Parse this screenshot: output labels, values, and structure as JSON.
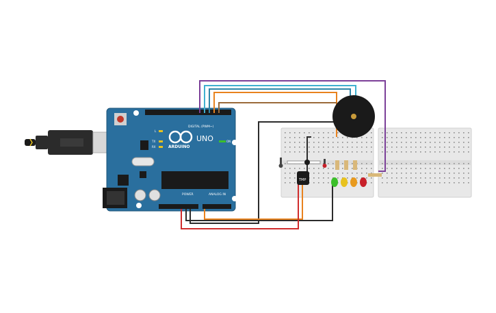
{
  "board": {
    "logo_text": "ARDUINO",
    "model": "UNO",
    "digital_label": "DIGITAL (PWM~)",
    "power_label": "POWER",
    "analog_label": "ANALOG IN",
    "on_label": "ON",
    "tx_label": "TX",
    "rx_label": "RX",
    "l_label": "L",
    "color": "#2a6f9e"
  },
  "sensor": {
    "label": "TMP"
  },
  "wire_colors": {
    "purple": "#7b3f98",
    "cyan": "#3fb0d0",
    "teal": "#2e86a8",
    "orange": "#e8821e",
    "brown": "#9a6a3a",
    "black": "#2b2b2b",
    "red": "#d02b2b"
  },
  "led_colors": [
    "#3bbf2a",
    "#e8c21e",
    "#e89a1e",
    "#c8202a"
  ]
}
